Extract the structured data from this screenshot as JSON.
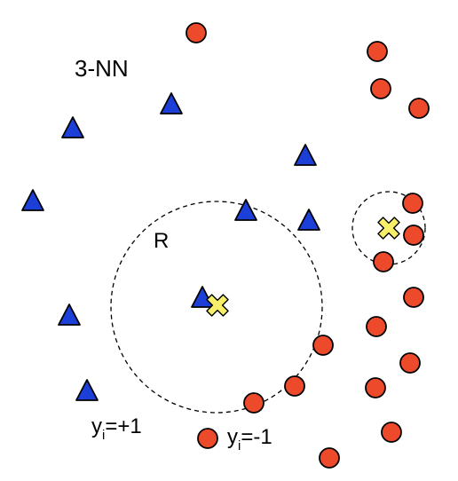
{
  "diagram": {
    "title": "3-NN",
    "radius_label": "R",
    "class_pos_label": {
      "base": "y",
      "sub": "i",
      "rest": "=+1"
    },
    "class_neg_label": {
      "base": "y",
      "sub": "i",
      "rest": "=-1"
    }
  },
  "colors": {
    "positive_fill": "#1c3fd8",
    "negative_fill": "#ec4a2b",
    "query_fill": "#f7ee6a",
    "outline": "#000000",
    "neighborhood_stroke": "#000000"
  },
  "icons": {
    "positive": "triangle",
    "negative": "circle",
    "query": "x-cross"
  }
}
